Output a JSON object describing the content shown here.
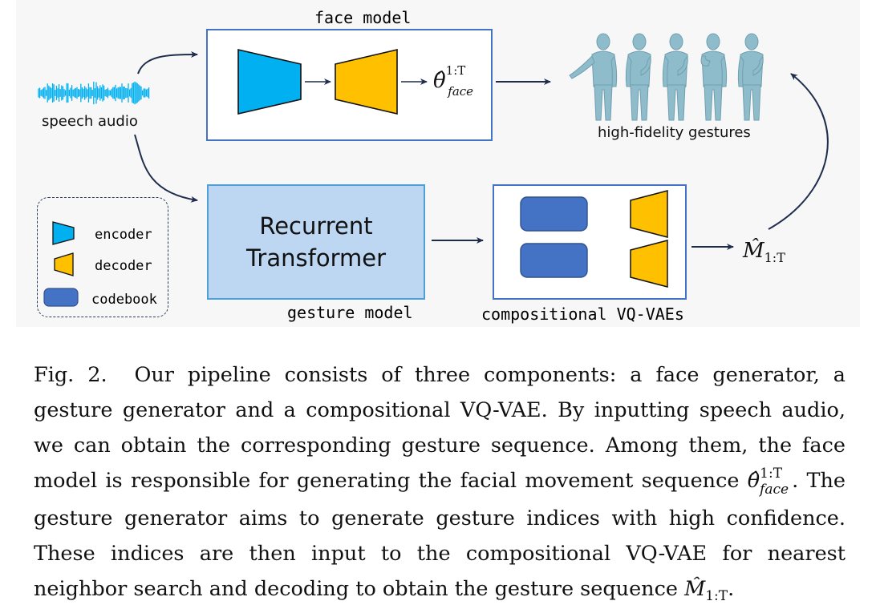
{
  "diagram": {
    "face_model_title": "face model",
    "speech_audio_label": "speech audio",
    "face_output_symbol": "θ̂",
    "face_output_sup": "1:T",
    "face_output_sub": "face",
    "gestures_label": "high-fidelity gestures",
    "recurrent_transformer_line1": "Recurrent",
    "recurrent_transformer_line2": "Transformer",
    "gesture_model_label": "gesture model",
    "vqvae_label": "compositional VQ-VAEs",
    "motion_output_symbol": "M̂",
    "motion_output_sub": "1:T",
    "legend": {
      "encoder": "encoder",
      "decoder": "decoder",
      "codebook": "codebook"
    },
    "colors": {
      "encoder": "#00b0f0",
      "decoder": "#ffc000",
      "codebook": "#4472c4",
      "arrow": "#1f2d4d",
      "box_border": "#4472c4",
      "transformer_fill": "#bdd7f3"
    }
  },
  "caption": {
    "fig_label": "Fig. 2.",
    "text_part1": "Our pipeline consists of three components: a face generator, a gesture generator and a compositional VQ-VAE. By inputting speech audio, we can obtain the corresponding gesture sequence. Among them, the face model is responsible for generating the facial movement sequence",
    "symbol1": "θ̂",
    "symbol1_sup": "1:T",
    "symbol1_sub": "face",
    "text_part2": ". The gesture generator aims to generate gesture indices with high confidence. These indices are then input to the compositional VQ-VAE for nearest neighbor search and decoding to obtain the gesture sequence",
    "symbol2": "M̂",
    "symbol2_sub": "1:T",
    "text_part3": "."
  }
}
